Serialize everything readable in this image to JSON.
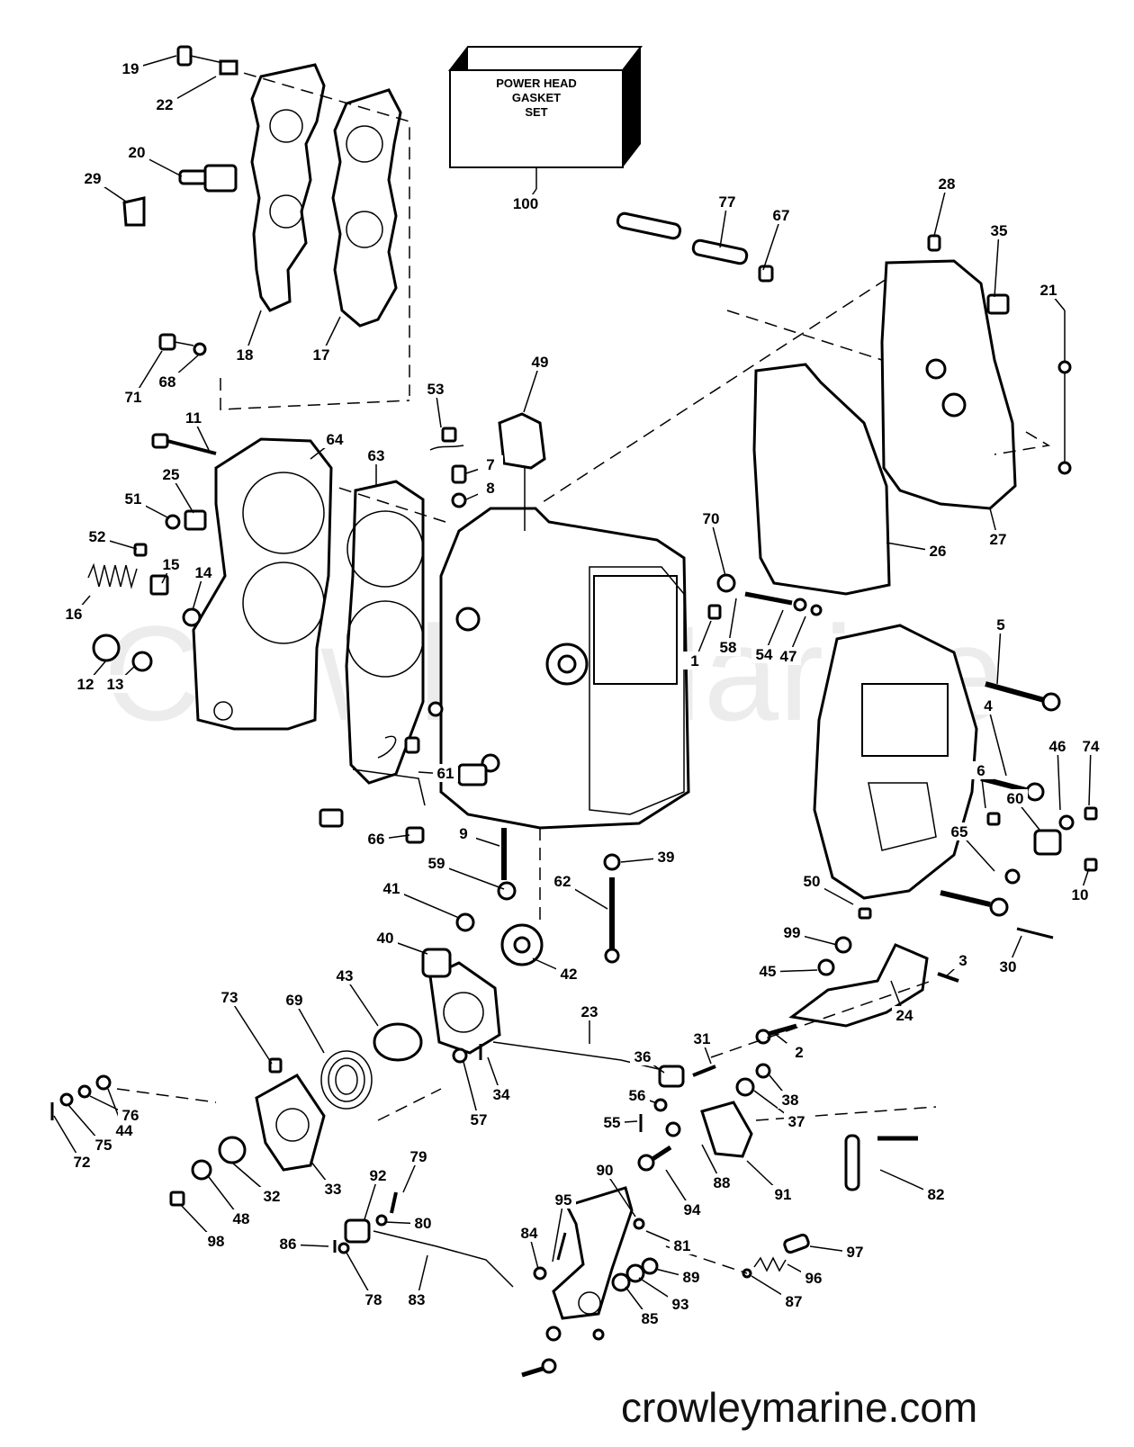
{
  "diagram": {
    "gasket_set_label": [
      "POWER HEAD",
      "GASKET",
      "SET"
    ],
    "watermark": "CrowleyMarine",
    "site_footer": "crowleymarine.com",
    "callouts": [
      "19",
      "22",
      "20",
      "29",
      "18",
      "17",
      "100",
      "77",
      "67",
      "28",
      "35",
      "21",
      "71",
      "68",
      "11",
      "64",
      "63",
      "53",
      "49",
      "7",
      "8",
      "25",
      "51",
      "52",
      "15",
      "14",
      "16",
      "12",
      "13",
      "26",
      "27",
      "70",
      "58",
      "54",
      "47",
      "1",
      "5",
      "4",
      "46",
      "74",
      "6",
      "60",
      "65",
      "10",
      "50",
      "99",
      "45",
      "3",
      "30",
      "24",
      "2",
      "9",
      "39",
      "59",
      "62",
      "66",
      "61",
      "41",
      "40",
      "42",
      "43",
      "69",
      "73",
      "23",
      "31",
      "36",
      "37",
      "38",
      "56",
      "55",
      "57",
      "34",
      "44",
      "76",
      "75",
      "72",
      "33",
      "32",
      "48",
      "98",
      "88",
      "94",
      "91",
      "82",
      "79",
      "92",
      "80",
      "86",
      "78",
      "83",
      "95",
      "84",
      "90",
      "81",
      "97",
      "96",
      "87",
      "89",
      "93",
      "85"
    ]
  }
}
